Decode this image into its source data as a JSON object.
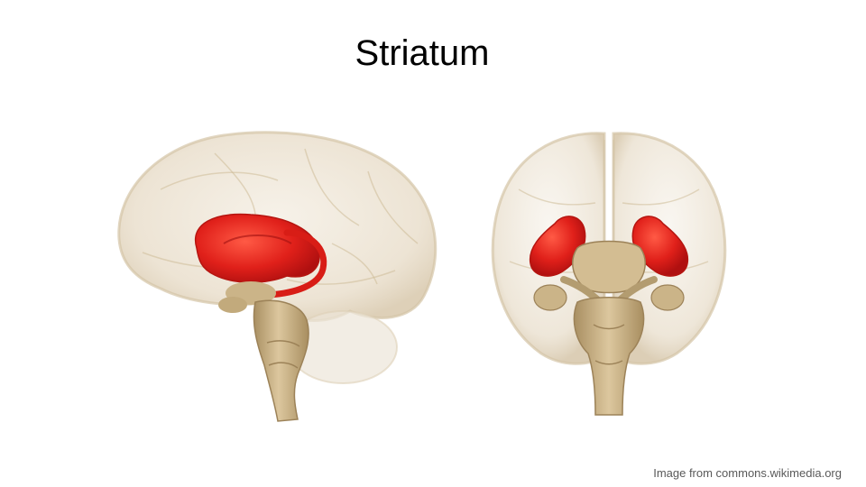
{
  "slide": {
    "title": "Striatum",
    "credit": "Image from commons.wikimedia.org"
  },
  "images": {
    "sagittal_view": "sagittal-brain-illustration",
    "coronal_view": "coronal-brain-illustration"
  },
  "colors": {
    "background": "#ffffff",
    "title": "#000000",
    "credit": "#595959",
    "brain_tissue": "#e8dcc8",
    "brainstem": "#c9b48a",
    "striatum": "#e0201a"
  }
}
